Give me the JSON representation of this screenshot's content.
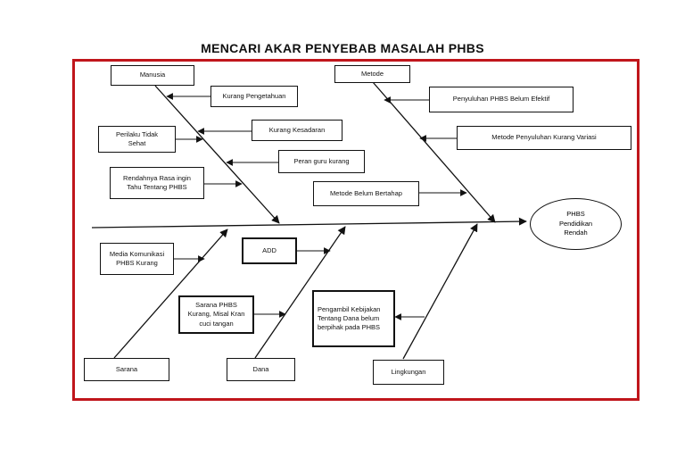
{
  "title": "MENCARI AKAR PENYEBAB MASALAH PHBS",
  "head": {
    "line1": "PHBS",
    "line2": "Pendidikan",
    "line3": "Rendah"
  },
  "categories": {
    "manusia": "Manusia",
    "metode": "Metode",
    "sarana": "Sarana",
    "dana": "Dana",
    "lingkungan": "Lingkungan"
  },
  "causes": {
    "kurang_pengetahuan": "Kurang Pengetahuan",
    "kurang_kesadaran": "Kurang Kesadaran",
    "peran_guru": "Peran guru kurang",
    "perilaku_line1": "Perilaku Tidak",
    "perilaku_line2": "Sehat",
    "rendahnya_line1": "Rendahnya Rasa ingin",
    "rendahnya_line2": "Tahu Tentang PHBS",
    "penyuluhan_belum": "Penyuluhan PHBS  Belum Efektif",
    "metode_variasi": "Metode Penyuluhan Kurang Variasi",
    "metode_belum": "Metode Belum Bertahap",
    "media_line1": "Media Komunikasi",
    "media_line2": "PHBS Kurang",
    "add": "ADD",
    "sarana_line1": "Sarana PHBS",
    "sarana_line2": "Kurang, Misal Kran",
    "sarana_line3": "cuci tangan",
    "pengambil_line1": "Pengambil Kebijakan",
    "pengambil_line2": "Tentang Dana belum",
    "pengambil_line3": "berpihak pada PHBS"
  }
}
